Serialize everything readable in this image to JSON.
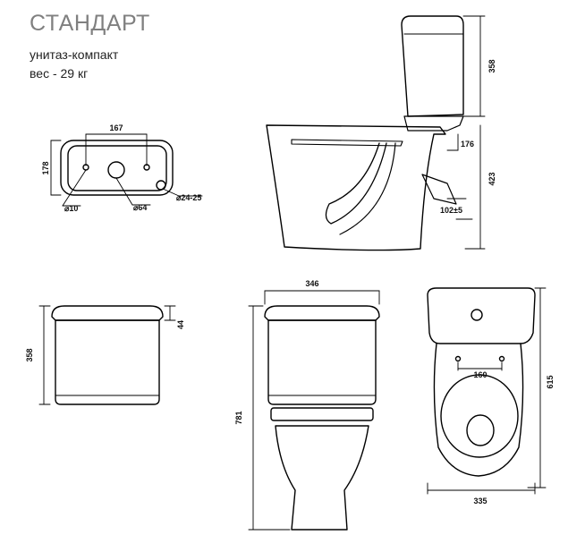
{
  "header": {
    "title": "СТАНДАРТ",
    "subtitle": "унитаз-компакт",
    "weight": "вес - 29 кг"
  },
  "top_view": {
    "dim_width": "167",
    "dim_height": "178",
    "dim_hole_small": "⌀10",
    "dim_hole_big": "⌀64",
    "dim_hole_side": "⌀24-25"
  },
  "side_view": {
    "dim_tank_height": "358",
    "dim_bowl_height": "423",
    "dim_offset": "176",
    "dim_outlet": "102±5"
  },
  "tank_front": {
    "dim_height": "358",
    "dim_lid": "44"
  },
  "front_view": {
    "dim_width": "346",
    "dim_height": "781"
  },
  "plan_view": {
    "dim_holes": "160",
    "dim_length": "615",
    "dim_width": "335"
  }
}
